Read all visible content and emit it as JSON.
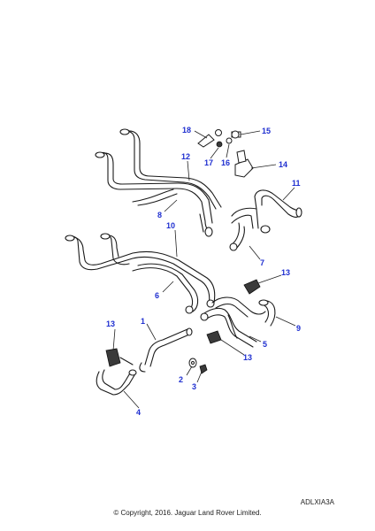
{
  "callouts": {
    "c1": "1",
    "c2": "2",
    "c3": "3",
    "c4": "4",
    "c5": "5",
    "c6": "6",
    "c7": "7",
    "c8": "8",
    "c9": "9",
    "c10": "10",
    "c11": "11",
    "c12": "12",
    "c13a": "13",
    "c13b": "13",
    "c13c": "13",
    "c14": "14",
    "c15": "15",
    "c16": "16",
    "c17": "17",
    "c18": "18"
  },
  "footer": {
    "ref_code": "ADLXIA3A",
    "copyright": "© Copyright, 2016. Jaguar Land Rover Limited."
  },
  "colors": {
    "callout": "#1f2fd0",
    "line": "#1a1a1a"
  }
}
